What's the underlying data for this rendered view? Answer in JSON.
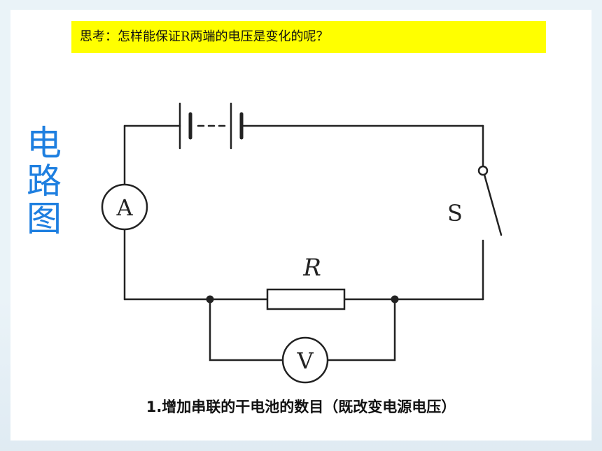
{
  "banner": {
    "text": "思考：怎样能保证R两端的电压是变化的呢？",
    "color": "#ffff00"
  },
  "side_title": {
    "chars": [
      "电",
      "路",
      "图"
    ],
    "color": "#1e7fe0"
  },
  "diagram": {
    "ammeter_label": "A",
    "voltmeter_label": "V",
    "resistor_label": "R",
    "switch_label": "S"
  },
  "caption": {
    "text": "1.增加串联的干电池的数目（既改变电源电压）"
  }
}
